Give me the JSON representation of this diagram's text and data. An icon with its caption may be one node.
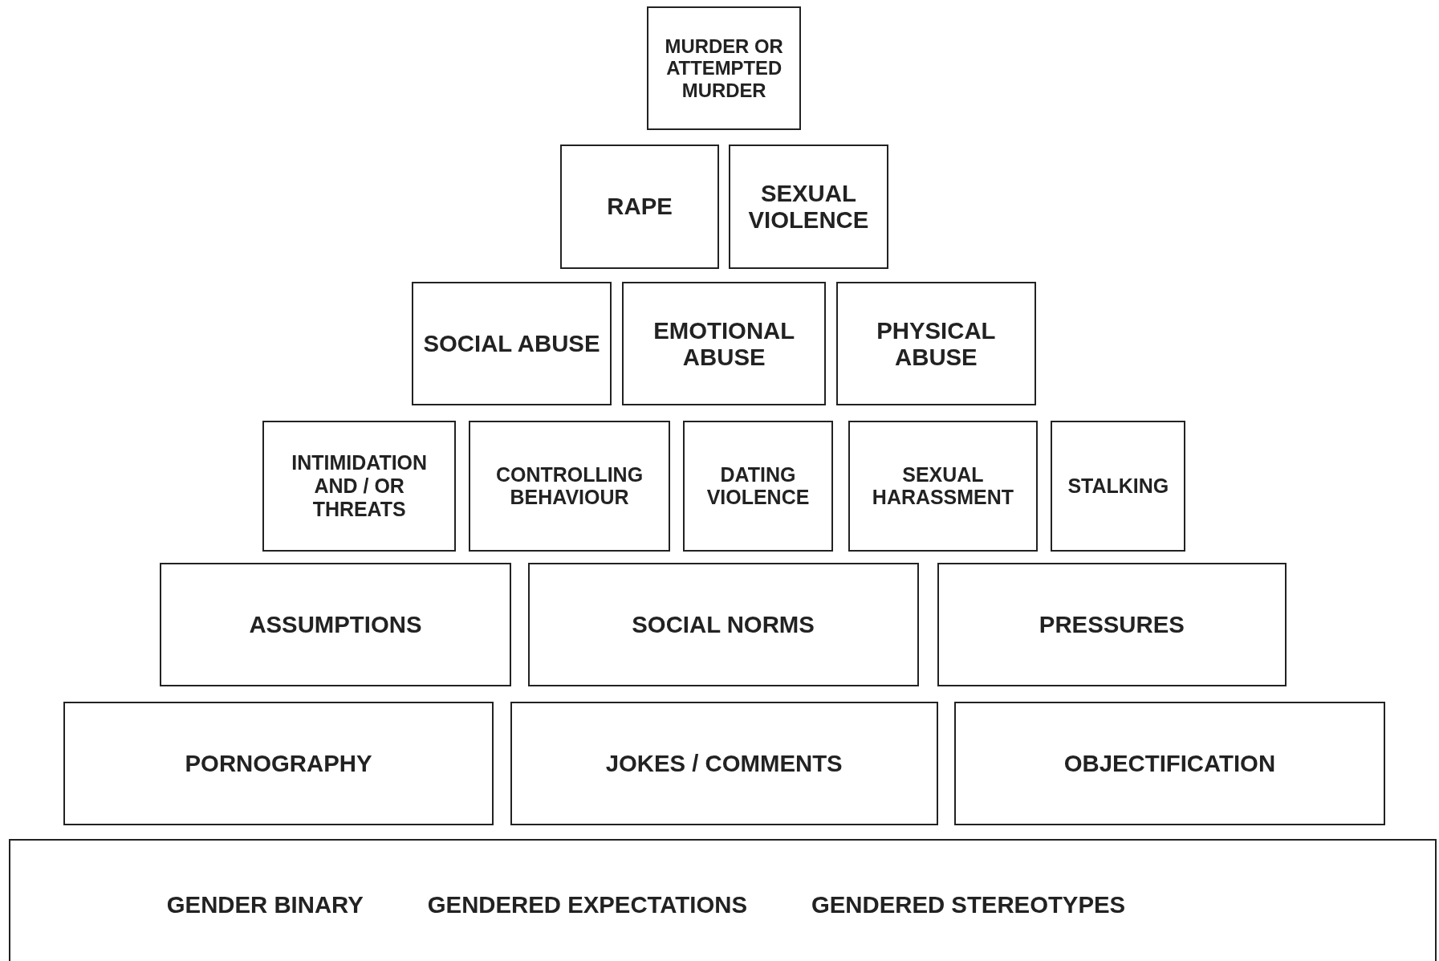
{
  "diagram": {
    "nodes": [
      {
        "text": [
          "MURDER OR ATTEMPTED MURDER"
        ]
      },
      {
        "text": [
          "RAPE"
        ]
      },
      {
        "text": [
          "SEXUAL VIOLENCE"
        ]
      },
      {
        "text": [
          "SOCIAL ABUSE"
        ]
      },
      {
        "text": [
          "EMOTIONAL ABUSE"
        ]
      },
      {
        "text": [
          "PHYSICAL ABUSE"
        ]
      },
      {
        "text": [
          "INTIMIDATION AND / OR THREATS"
        ]
      },
      {
        "text": [
          "CONTROLLING BEHAVIOUR"
        ]
      },
      {
        "text": [
          "DATING VIOLENCE"
        ]
      },
      {
        "text": [
          "SEXUAL HARASSMENT"
        ]
      },
      {
        "text": [
          "STALKING"
        ]
      },
      {
        "text": [
          "ASSUMPTIONS"
        ]
      },
      {
        "text": [
          "SOCIAL NORMS"
        ]
      },
      {
        "text": [
          "PRESSURES"
        ]
      },
      {
        "text": [
          "PORNOGRAPHY"
        ]
      },
      {
        "text": [
          "JOKES / COMMENTS"
        ]
      },
      {
        "text": [
          "OBJECTIFICATION"
        ]
      },
      {
        "text": [
          "GENDER BINARY",
          "GENDERED EXPECTATIONS",
          "GENDERED STEREOTYPES"
        ]
      }
    ]
  }
}
